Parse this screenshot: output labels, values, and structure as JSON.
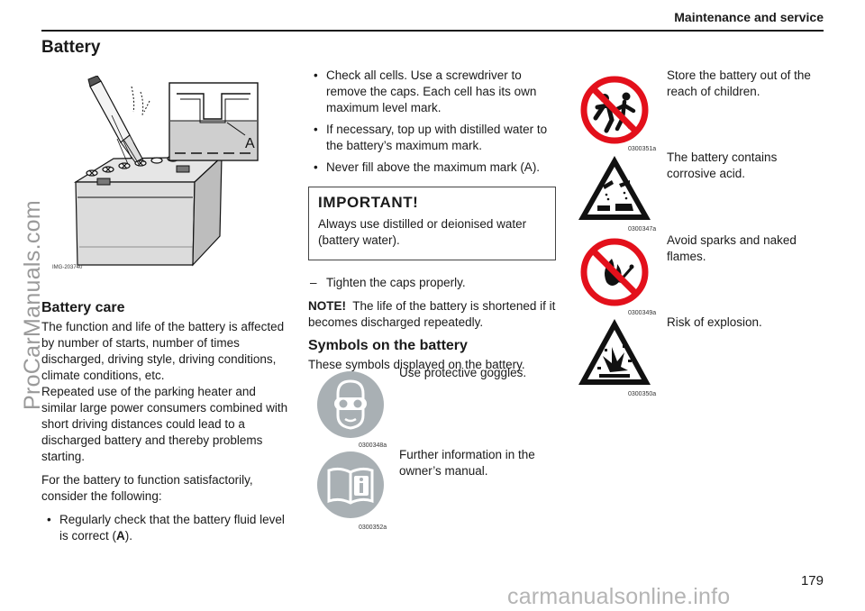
{
  "header": {
    "section_title": "Maintenance and service"
  },
  "page_title": "Battery",
  "main_figure": {
    "code": "IMG-203740",
    "label": "A"
  },
  "battery_care": {
    "heading": "Battery care",
    "para1": "The function and life of the battery is affected by number of starts, number of times discharged, driving style, driving conditions, climate conditions, etc.",
    "para2": "Repeated use of the parking heater and similar large power consumers combined with short driving distances could lead to a discharged battery and thereby problems starting.",
    "para3": "For the battery to function satisfactorily, consider the following:",
    "bullet1_text": "Regularly check that the battery fluid level is correct (",
    "bullet1_letter": "A",
    "bullet1_end": ")."
  },
  "checks": [
    "Check all cells. Use a screwdriver to remove the caps. Each cell has its own maximum level mark.",
    "If necessary, top up with distilled water to the battery’s maximum mark.",
    "Never fill above the maximum mark (A)."
  ],
  "important": {
    "title": "IMPORTANT!",
    "text": "Always use distilled or deionised water (battery water)."
  },
  "step": {
    "dash": "–",
    "text": "Tighten the caps properly."
  },
  "note": {
    "label": "NOTE!",
    "text": "The life of the battery is shortened if it becomes discharged repeatedly."
  },
  "symbols": {
    "heading": "Symbols on the battery",
    "intro": "These symbols displayed on the battery.",
    "goggles": {
      "text": "Use protective goggles.",
      "code": "0300348a"
    },
    "manual": {
      "text": "Further information in the owner’s manual.",
      "code": "0300352a"
    },
    "children": {
      "text": "Store the battery out of the reach of children.",
      "code": "0300351a"
    },
    "acid": {
      "text": "The battery contains corrosive acid.",
      "code": "0300347a"
    },
    "flames": {
      "text": "Avoid sparks and naked flames.",
      "code": "0300349a"
    },
    "explosion": {
      "text": "Risk of explosion.",
      "code": "0300350a"
    }
  },
  "page_number": "179",
  "watermarks": {
    "side": "ProCarManuals.com",
    "bottom": "carmanualsonline.info"
  },
  "colors": {
    "prohibition_red": "#e3101b",
    "warning_black": "#111111",
    "mandatory_gray": "#a9b0b4",
    "text": "#1a1a1a"
  }
}
